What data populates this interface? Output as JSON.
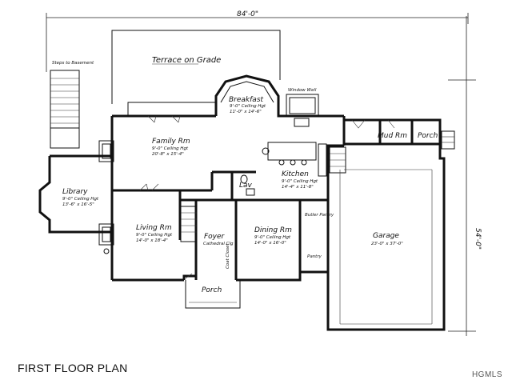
{
  "plan": {
    "caption": "FIRST FLOOR PLAN",
    "watermark": "HGMLS",
    "overall_width": "84'-0\"",
    "overall_depth": "54'-0\""
  },
  "labels": {
    "terrace": "Terrace on Grade",
    "steps": "Steps to Basement",
    "window_well": "Window Well",
    "breakfast": {
      "name": "Breakfast",
      "ceiling": "9'-0\" Ceiling Hgt",
      "size": "11'-0\" x 14'-6\""
    },
    "family": {
      "name": "Family Rm",
      "ceiling": "9'-0\" Ceiling Hgt",
      "size": "20'-8\" x 15'-4\""
    },
    "mud": {
      "name": "Mud Rm"
    },
    "porch_right": {
      "name": "Porch"
    },
    "library": {
      "name": "Library",
      "ceiling": "9'-0\" Ceiling Hgt",
      "size": "13'-6\" x 16'-5\""
    },
    "kitchen": {
      "name": "Kitchen",
      "ceiling": "9'-0\" Ceiling Hgt",
      "size": "14'-4\" x 11'-8\""
    },
    "lav": {
      "name": "Lav"
    },
    "living": {
      "name": "Living Rm",
      "ceiling": "9'-0\" Ceiling Hgt",
      "size": "14'-0\" x 18'-4\""
    },
    "foyer": {
      "name": "Foyer",
      "ceiling": "Cathedral Clg"
    },
    "dining": {
      "name": "Dining Rm",
      "ceiling": "9'-0\" Ceiling Hgt",
      "size": "14'-0\" x 16'-0\""
    },
    "butler": {
      "name": "Butler Pantry"
    },
    "pantry": {
      "name": "Pantry"
    },
    "coat": {
      "name": "Coat Closet"
    },
    "garage": {
      "name": "Garage",
      "size": "23'-0\" x 37'-0\""
    },
    "porch_front": {
      "name": "Porch"
    }
  }
}
